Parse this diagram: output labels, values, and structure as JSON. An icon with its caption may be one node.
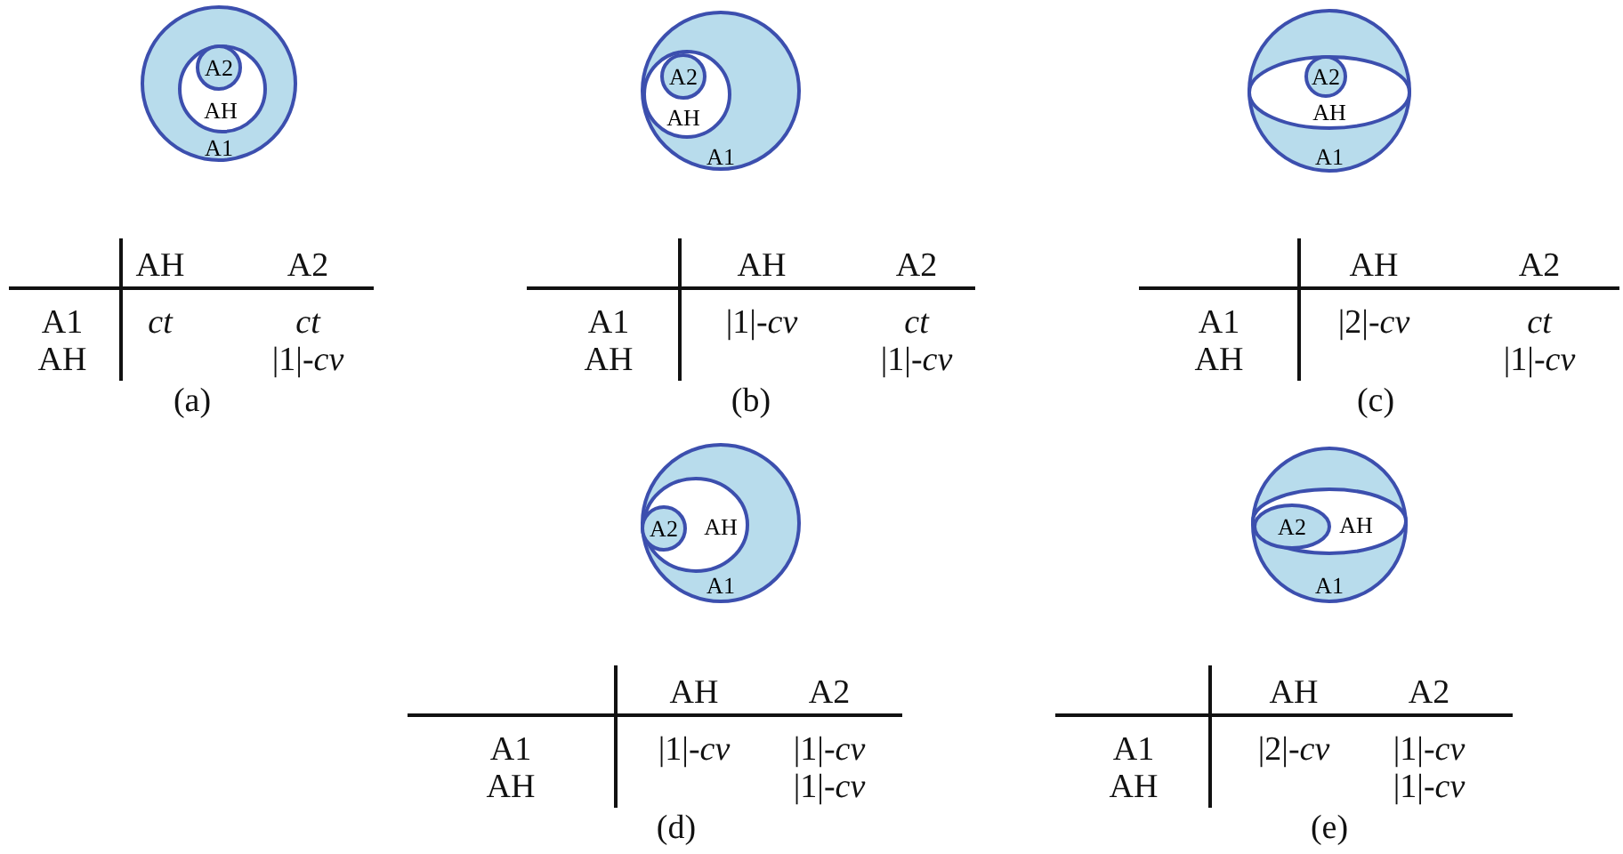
{
  "diagram": {
    "nodes": [
      {
        "text": [
          "A1"
        ]
      },
      {
        "text": [
          "AH"
        ],
        "in": 0
      },
      {
        "text": [
          "A2"
        ],
        "in": 1
      },
      {
        "text": [
          "A1"
        ]
      },
      {
        "text": [
          "AH"
        ],
        "in": 3
      },
      {
        "text": [
          "A2"
        ],
        "in": 4
      },
      {
        "text": [
          "A1"
        ]
      },
      {
        "text": [
          "AH"
        ],
        "in": 6
      },
      {
        "text": [
          "A2"
        ],
        "in": 7
      },
      {
        "text": [
          "A1"
        ]
      },
      {
        "text": [
          "AH"
        ],
        "in": 9
      },
      {
        "text": [
          "A2"
        ],
        "in": 10
      },
      {
        "text": [
          "A1"
        ]
      },
      {
        "text": [
          "AH"
        ],
        "in": 12
      },
      {
        "text": [
          "A2"
        ],
        "in": 13
      }
    ],
    "labels": [
      "AH",
      "A2",
      "A1",
      "ct",
      "ct",
      "AH",
      "|1|-*cv*",
      "(a)",
      "AH",
      "A2",
      "A1",
      "|1|-*cv*",
      "ct",
      "AH",
      "|1|-*cv*",
      "(b)",
      "AH",
      "A2",
      "A1",
      "|2|-*cv*",
      "ct",
      "AH",
      "|1|-*cv*",
      "(c)",
      "AH",
      "A2",
      "A1",
      "|1|-*cv*",
      "|1|-*cv*",
      "AH",
      "|1|-*cv*",
      "(d)",
      "AH",
      "A2",
      "A1",
      "|2|-*cv*",
      "|1|-*cv*",
      "AH",
      "|1|-*cv*",
      "(e)"
    ]
  }
}
